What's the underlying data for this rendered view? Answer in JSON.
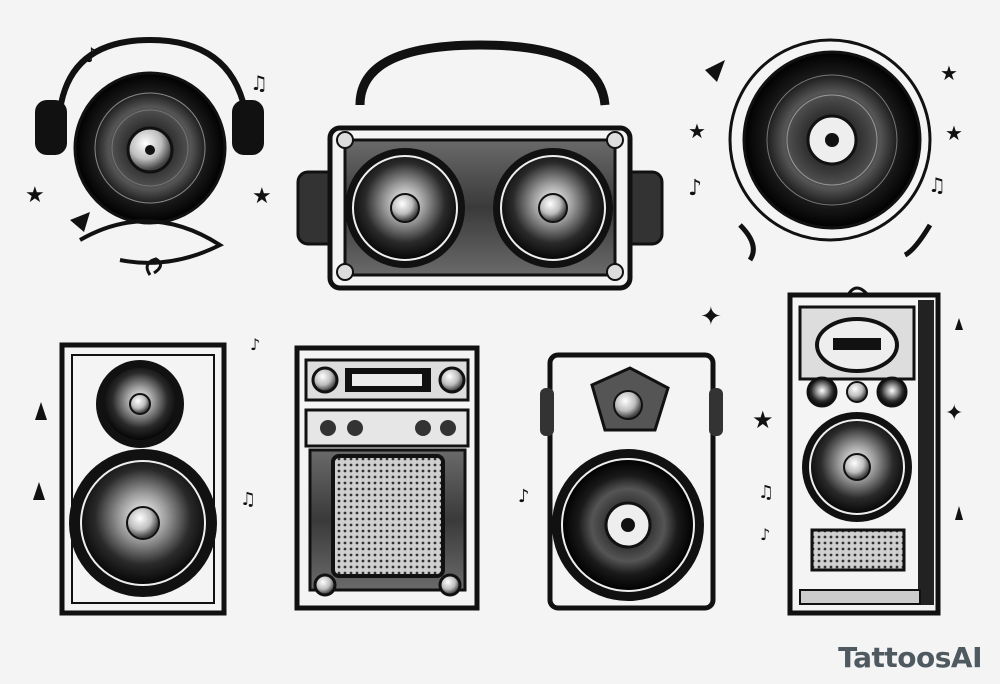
{
  "watermark": {
    "text": "TattoosAI"
  },
  "colors": {
    "background": "#f4f4f5",
    "ink": "#111111",
    "watermark": "#4e5a60"
  },
  "illustrations": [
    {
      "name": "vinyl-record-with-headphones-tattoo"
    },
    {
      "name": "boombox-stereo-tattoo"
    },
    {
      "name": "vinyl-record-with-notes-tattoo"
    },
    {
      "name": "bookshelf-speaker-tattoo"
    },
    {
      "name": "amplifier-cabinet-tattoo"
    },
    {
      "name": "record-player-speaker-tattoo"
    },
    {
      "name": "tower-speaker-tattoo"
    }
  ]
}
